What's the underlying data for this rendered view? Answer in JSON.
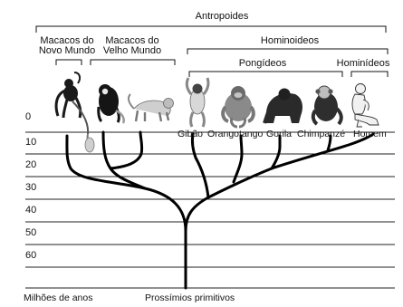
{
  "group_labels": {
    "antropoides": "Antropoides",
    "novo_mundo_line1": "Macacos do",
    "novo_mundo_line2": "Novo Mundo",
    "velho_mundo_line1": "Macacos do",
    "velho_mundo_line2": "Velho Mundo",
    "hominoideos": "Hominoideos",
    "pongideos": "Pongídeos",
    "hominideos": "Hominídeos"
  },
  "species_labels": [
    "Gibão",
    "Orangotango",
    "Gorila",
    "Chimpanzé",
    "Homem"
  ],
  "axis": {
    "ticks": [
      "0",
      "10",
      "20",
      "30",
      "40",
      "50",
      "60"
    ],
    "unit_label": "Milhões de anos"
  },
  "root_label": "Prossímios primitivos",
  "icons": [
    "spider-monkey-icon",
    "colobus-monkey-icon",
    "baboon-icon",
    "gibbon-icon",
    "orangutan-icon",
    "gorilla-icon",
    "chimpanzee-icon",
    "human-icon"
  ]
}
